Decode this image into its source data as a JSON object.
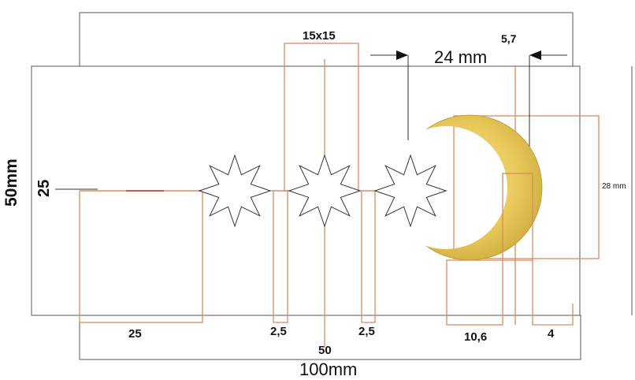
{
  "dimensions": {
    "star_size": "15x15",
    "moon_width": "24 mm",
    "moon_offset": "5,7",
    "moon_height": "28 mm",
    "flag_height": "50mm",
    "left_field_height": "25",
    "left_field_width": "25",
    "gap_left": "2,5",
    "gap_right": "2,5",
    "center_mark": "50",
    "flag_width": "100mm",
    "moon_bottom_width": "10,6",
    "moon_right_gap": "4"
  },
  "colors": {
    "frame_line": "#555555",
    "guide_line": "#d98b5f",
    "red_line": "#c0392b",
    "moon_fill": "#e8c85a",
    "moon_light": "#f6e39a",
    "moon_dark": "#c9a73a",
    "star_stroke": "#333333"
  },
  "shapes": {
    "stars": [
      "star-left-icon",
      "star-center-icon",
      "star-right-icon"
    ],
    "moon": "crescent-moon-icon"
  }
}
